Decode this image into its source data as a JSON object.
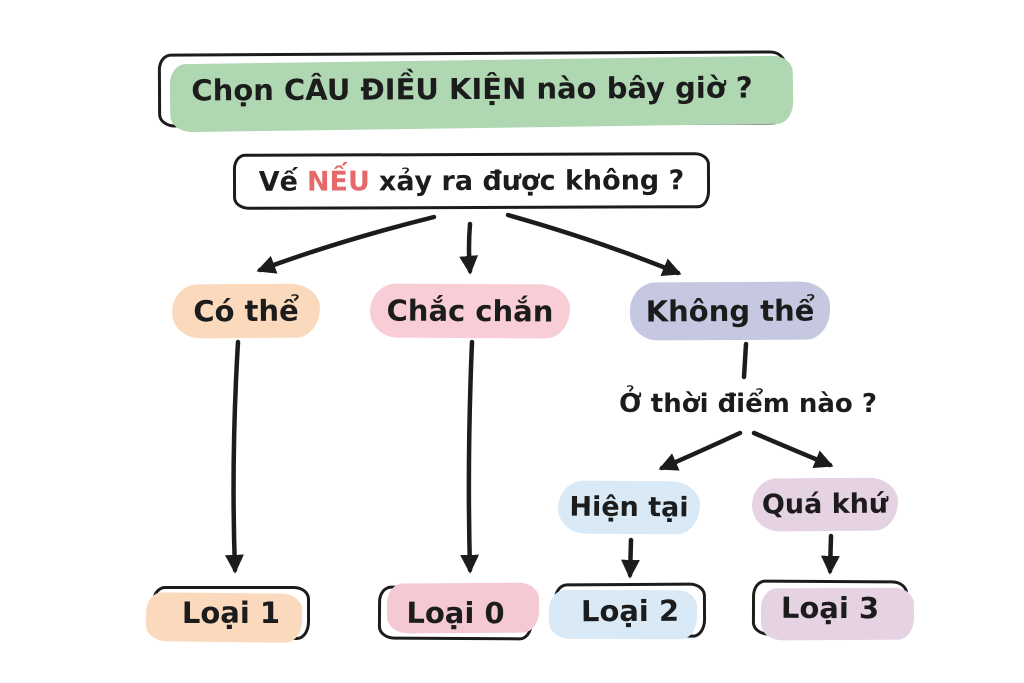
{
  "colors": {
    "ink": "#1c1c1c",
    "green": "#aed7b2",
    "peach": "#fbd9bd",
    "pink": "#f8cdd6",
    "pink_strong": "#f5c9d3",
    "lavender": "#c6c7e0",
    "blue": "#d9e9f6",
    "mauve": "#e5d3e4",
    "highlight_red": "#e5696b"
  },
  "diagram": {
    "title": "Chọn CÂU ĐIỀU KIỆN nào bây giờ ?",
    "question": {
      "prefix": "Vế",
      "highlight": "NẾU",
      "suffix": "xảy ra được không ?"
    },
    "branches": [
      {
        "id": "co-the",
        "label": "Có thể"
      },
      {
        "id": "chac-chan",
        "label": "Chắc chắn"
      },
      {
        "id": "khong-the",
        "label": "Không thể"
      }
    ],
    "sub_question": "Ở thời điểm nào ?",
    "time_branches": [
      {
        "id": "hien-tai",
        "label": "Hiện tại"
      },
      {
        "id": "qua-khu",
        "label": "Quá khứ"
      }
    ],
    "results": [
      {
        "id": "loai-1",
        "label": "Loại 1"
      },
      {
        "id": "loai-0",
        "label": "Loại 0"
      },
      {
        "id": "loai-2",
        "label": "Loại 2"
      },
      {
        "id": "loai-3",
        "label": "Loại 3"
      }
    ],
    "edges": [
      {
        "from": "question",
        "to": "co-the",
        "arrow": true
      },
      {
        "from": "question",
        "to": "chac-chan",
        "arrow": true
      },
      {
        "from": "question",
        "to": "khong-the",
        "arrow": true
      },
      {
        "from": "co-the",
        "to": "loai-1",
        "arrow": true
      },
      {
        "from": "chac-chan",
        "to": "loai-0",
        "arrow": true
      },
      {
        "from": "khong-the",
        "to": "sub-question",
        "arrow": false
      },
      {
        "from": "sub-question",
        "to": "hien-tai",
        "arrow": true
      },
      {
        "from": "sub-question",
        "to": "qua-khu",
        "arrow": true
      },
      {
        "from": "hien-tai",
        "to": "loai-2",
        "arrow": true
      },
      {
        "from": "qua-khu",
        "to": "loai-3",
        "arrow": true
      }
    ]
  }
}
